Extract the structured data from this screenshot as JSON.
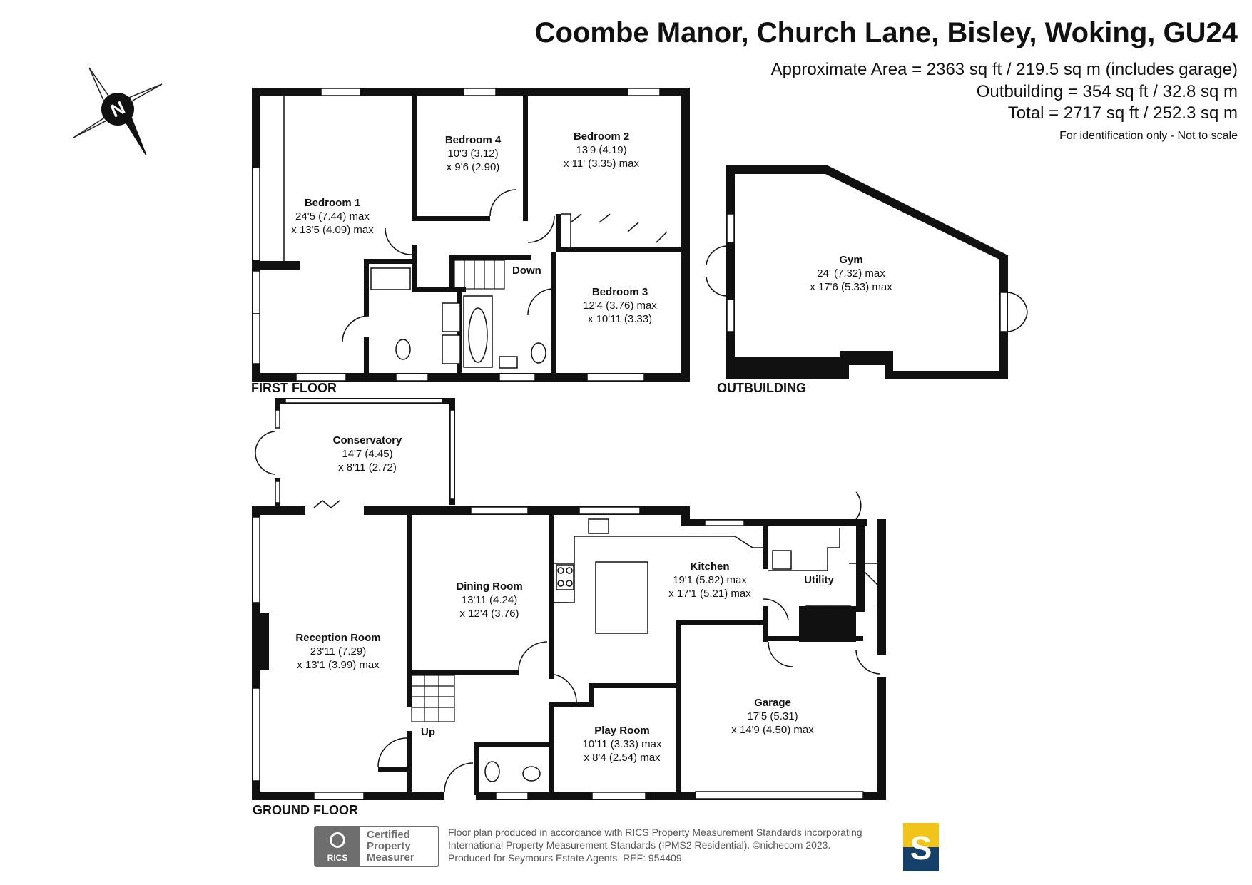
{
  "header": {
    "title": "Coombe Manor, Church Lane, Bisley, Woking, GU24",
    "area_line": "Approximate Area = 2363 sq ft / 219.5 sq m (includes garage)",
    "outbuilding_line": "Outbuilding = 354 sq ft / 32.8 sq m",
    "total_line": "Total = 2717 sq ft / 252.3 sq m",
    "note": "For identification only - Not to scale"
  },
  "compass": {
    "letter": "N"
  },
  "floors": {
    "first": "FIRST FLOOR",
    "outbuilding": "OUTBUILDING",
    "ground": "GROUND FLOOR"
  },
  "rooms": {
    "bedroom1": {
      "name": "Bedroom 1",
      "dim1": "24'5 (7.44) max",
      "dim2": "x 13'5 (4.09) max"
    },
    "bedroom4": {
      "name": "Bedroom 4",
      "dim1": "10'3 (3.12)",
      "dim2": "x 9'6 (2.90)"
    },
    "bedroom2": {
      "name": "Bedroom 2",
      "dim1": "13'9 (4.19)",
      "dim2": "x 11' (3.35) max"
    },
    "bedroom3": {
      "name": "Bedroom 3",
      "dim1": "12'4 (3.76) max",
      "dim2": "x 10'11 (3.33)"
    },
    "gym": {
      "name": "Gym",
      "dim1": "24' (7.32) max",
      "dim2": "x 17'6 (5.33) max"
    },
    "conservatory": {
      "name": "Conservatory",
      "dim1": "14'7 (4.45)",
      "dim2": "x 8'11 (2.72)"
    },
    "reception": {
      "name": "Reception Room",
      "dim1": "23'11 (7.29)",
      "dim2": "x 13'1 (3.99) max"
    },
    "dining": {
      "name": "Dining Room",
      "dim1": "13'11 (4.24)",
      "dim2": "x 12'4 (3.76)"
    },
    "kitchen": {
      "name": "Kitchen",
      "dim1": "19'1 (5.82) max",
      "dim2": "x 17'1 (5.21) max"
    },
    "utility": {
      "name": "Utility"
    },
    "playroom": {
      "name": "Play Room",
      "dim1": "10'11 (3.33) max",
      "dim2": "x 8'4 (2.54) max"
    },
    "garage": {
      "name": "Garage",
      "dim1": "17'5 (5.31)",
      "dim2": "x 14'9 (4.50) max"
    }
  },
  "stairs": {
    "down": "Down",
    "up": "Up"
  },
  "footer": {
    "line1": "Floor plan produced in accordance with RICS Property Measurement Standards incorporating",
    "line2": "International Property Measurement Standards (IPMS2 Residential).   ©nichecom 2023.",
    "line3": "Produced for Seymours Estate Agents.    REF:  954409"
  },
  "badge": {
    "seal": "RICS",
    "line1": "Certified",
    "line2": "Property",
    "line3": "Measurer"
  },
  "logo": {
    "letter": "S"
  }
}
